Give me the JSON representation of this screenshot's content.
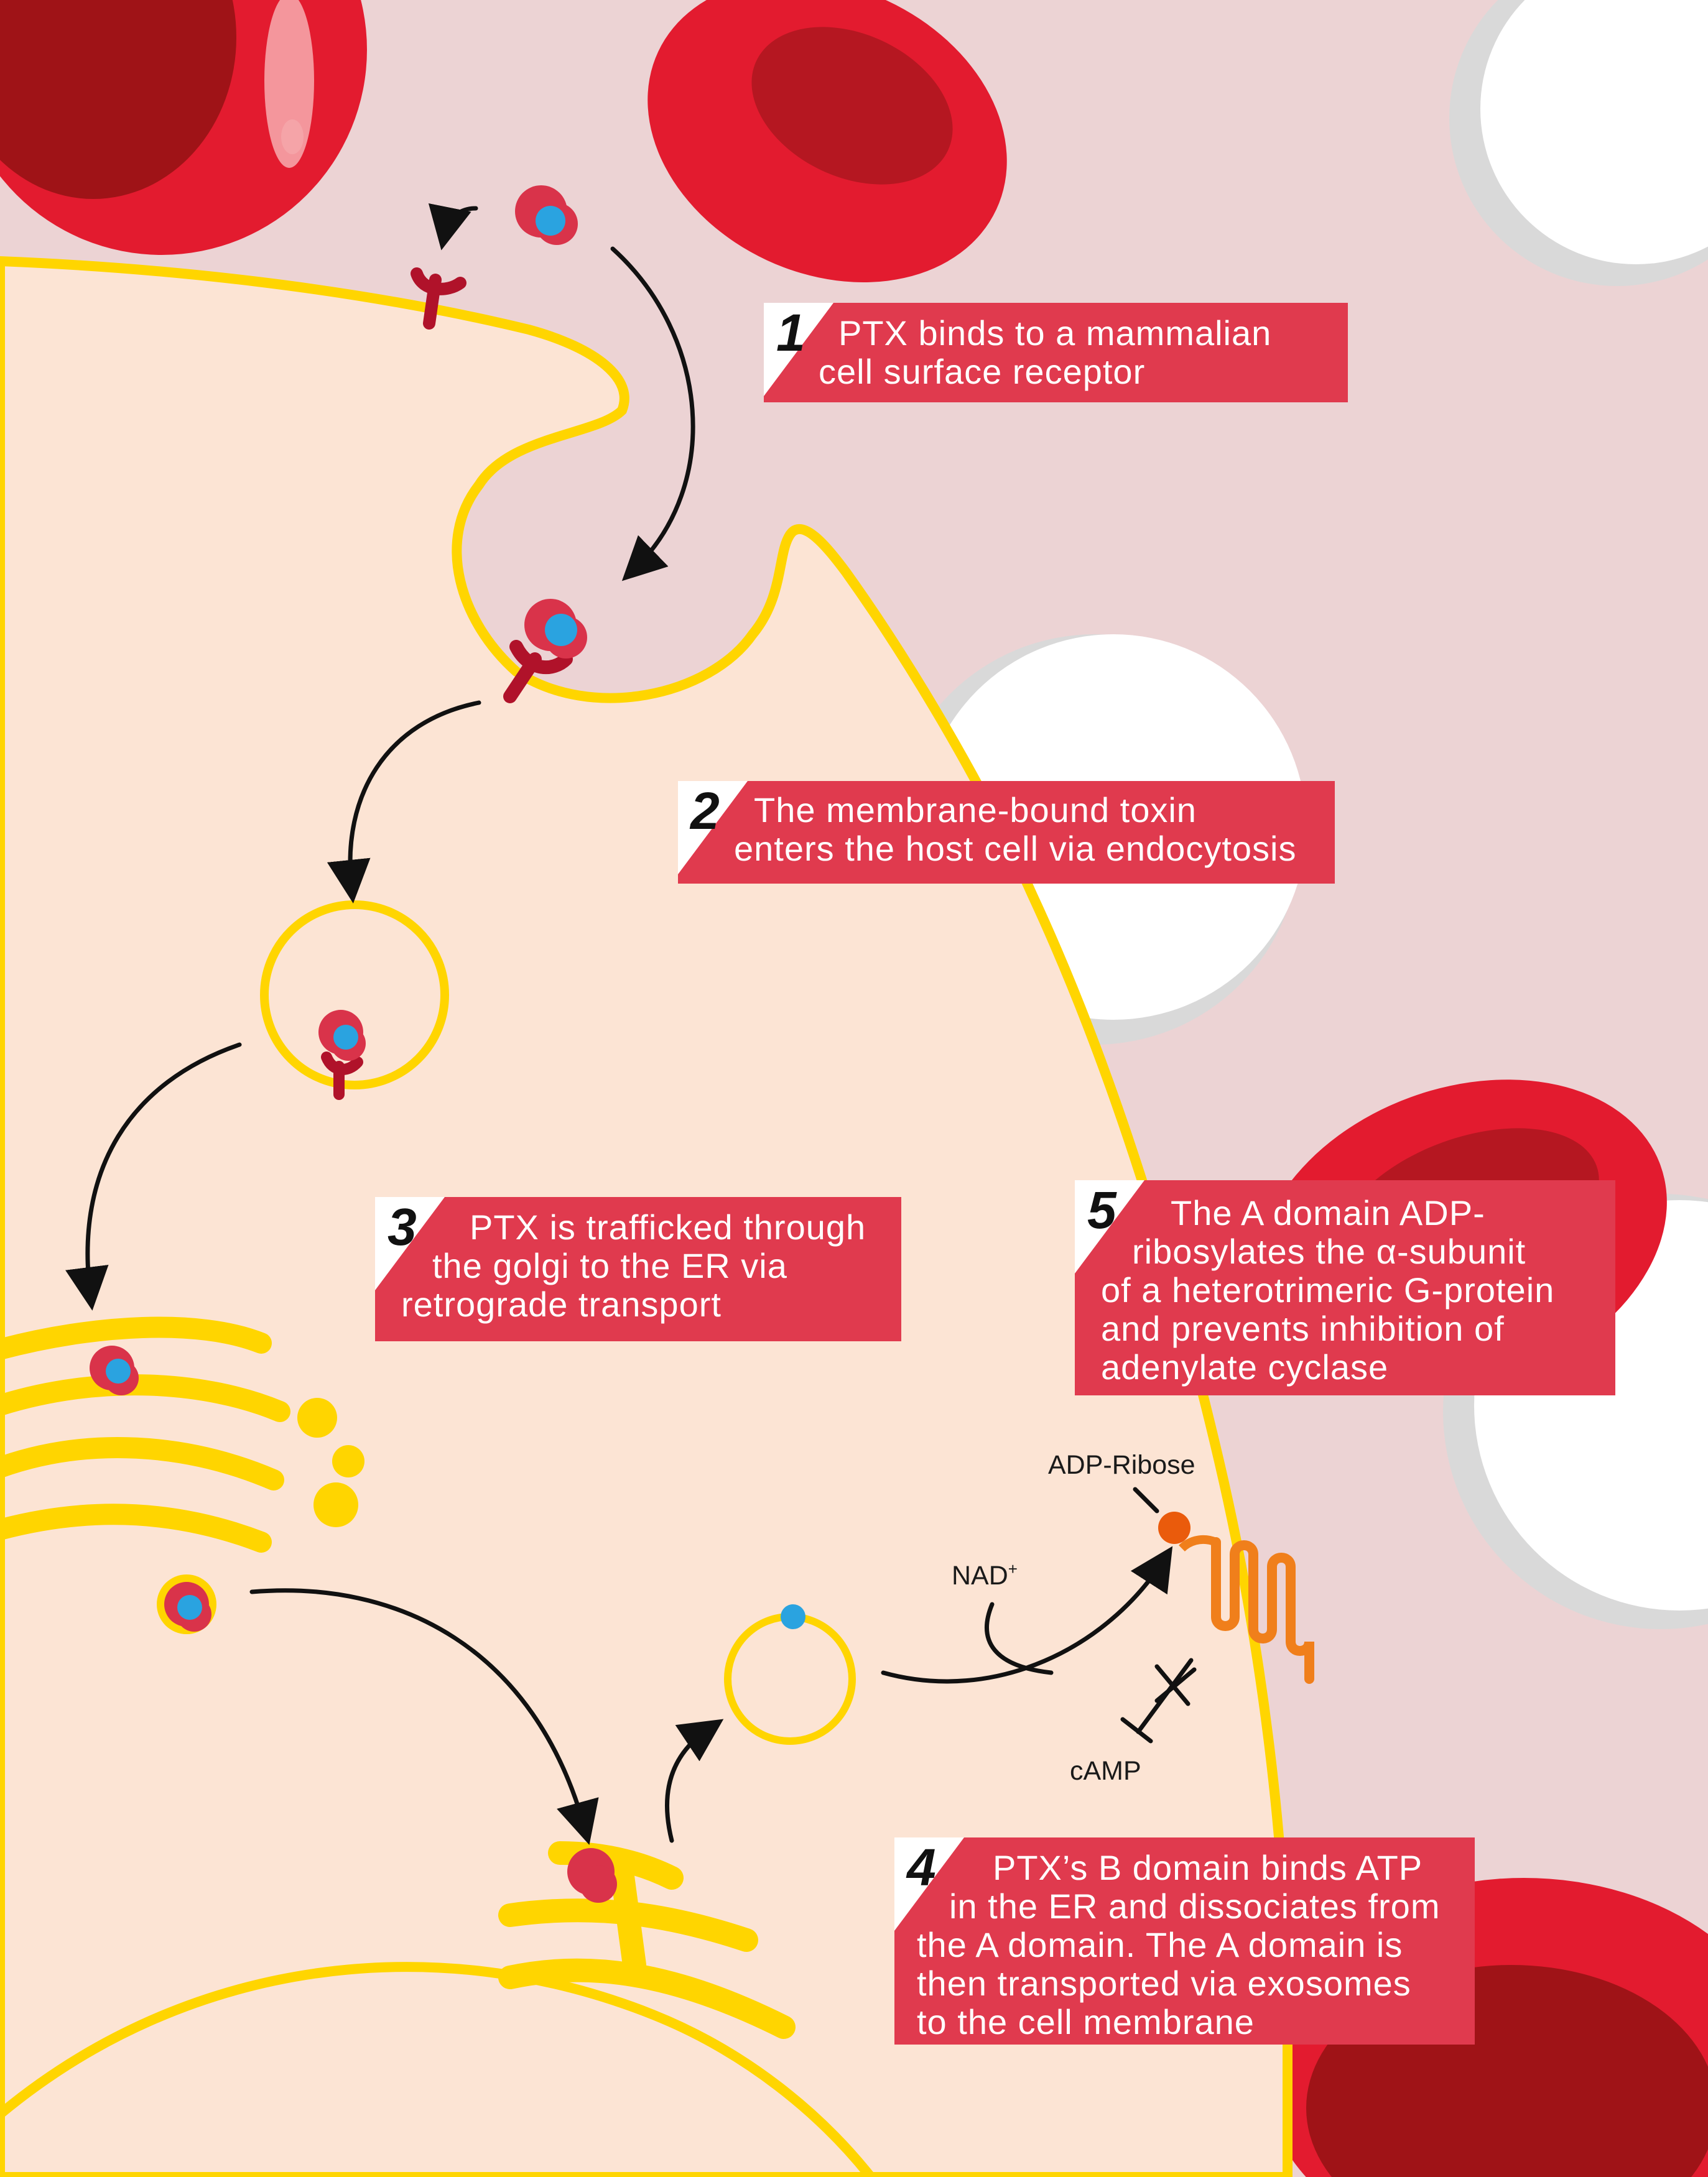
{
  "steps": [
    {
      "number": "1",
      "lines": [
        "PTX binds to a mammalian",
        "cell surface receptor"
      ]
    },
    {
      "number": "2",
      "lines": [
        "The membrane-bound toxin",
        "enters the host cell via endocytosis"
      ]
    },
    {
      "number": "3",
      "lines": [
        "PTX is trafficked through",
        "the golgi to the ER via",
        "retrograde transport"
      ]
    },
    {
      "number": "4",
      "lines": [
        "PTX’s B domain binds ATP",
        "in the ER and dissociates from",
        "the A domain. The A domain is",
        "then transported via exosomes",
        "to the cell membrane"
      ]
    },
    {
      "number": "5",
      "lines": [
        "The A domain ADP-",
        "ribosylates the α-subunit",
        "of a heterotrimeric G-protein",
        "and prevents inhibition of",
        "adenylate cyclase"
      ]
    }
  ],
  "labels": {
    "adp_ribose": "ADP-Ribose",
    "nad_base": "NAD",
    "nad_sup": "+",
    "camp": "cAMP"
  },
  "colors": {
    "background": "#ecd3d4",
    "cytoplasm": "#fce4d4",
    "membrane": "#ffd500",
    "red_blood_cell": "#e31b2f",
    "red_blood_cell_shadow": "#9f1317",
    "step_box": "#e03a4e",
    "toxin_a_domain": "#2aa3e0",
    "toxin_b_domain": "#d9334a",
    "receptor": "#b0122a",
    "g_protein": "#f07f1b",
    "adp_ribose": "#ea5b0c",
    "white_blood_cell": "#ffffff"
  }
}
